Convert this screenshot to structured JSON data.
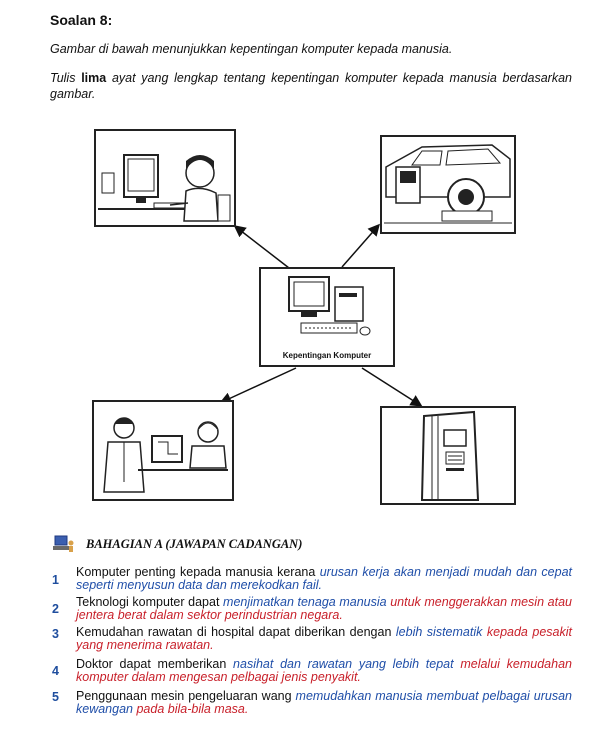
{
  "title": "Soalan 8:",
  "instruction_1": "Gambar di bawah menunjukkan kepentingan komputer kepada manusia.",
  "instruction_2": {
    "part1": "Tulis ",
    "bold": "lima",
    "part2": " ayat yang lengkap tentang kepentingan komputer kepada manusia berdasarkan gambar."
  },
  "diagram": {
    "center_caption": "Kepentingan Komputer"
  },
  "section_heading": "BAHAGIAN A (JAWAPAN CADANGAN)",
  "colors": {
    "blue": "#1f4ea8",
    "red": "#c8202a",
    "number": "#1f4e9e"
  },
  "answers": [
    {
      "number": "1",
      "segments": [
        {
          "text": "Komputer penting kepada manusia kerana ",
          "color": "black"
        },
        {
          "text": "urusan kerja akan menjadi mudah dan cepat seperti menyusun data dan merekodkan fail.",
          "color": "blue"
        }
      ]
    },
    {
      "number": "2",
      "segments": [
        {
          "text": "Teknologi komputer dapat ",
          "color": "black"
        },
        {
          "text": "menjimatkan tenaga manusia ",
          "color": "blue"
        },
        {
          "text": "untuk menggerakkan mesin atau jentera berat dalam sektor perindustrian negara.",
          "color": "red"
        }
      ]
    },
    {
      "number": "3",
      "segments": [
        {
          "text": "Kemudahan rawatan di hospital dapat diberikan dengan ",
          "color": "black"
        },
        {
          "text": "lebih sistematik ",
          "color": "blue"
        },
        {
          "text": "kepada pesakit yang menerima rawatan.",
          "color": "red"
        }
      ]
    },
    {
      "number": "4",
      "segments": [
        {
          "text": "Doktor dapat memberikan ",
          "color": "black"
        },
        {
          "text": "nasihat dan rawatan yang lebih tepat ",
          "color": "blue"
        },
        {
          "text": "melalui kemudahan komputer dalam mengesan pelbagai jenis penyakit.",
          "color": "red"
        }
      ]
    },
    {
      "number": "5",
      "segments": [
        {
          "text": "Penggunaan mesin pengeluaran wang ",
          "color": "black"
        },
        {
          "text": "memudahkan manusia membuat pelbagai urusan kewangan ",
          "color": "blue"
        },
        {
          "text": "pada bila-bila masa.",
          "color": "red"
        }
      ]
    }
  ]
}
